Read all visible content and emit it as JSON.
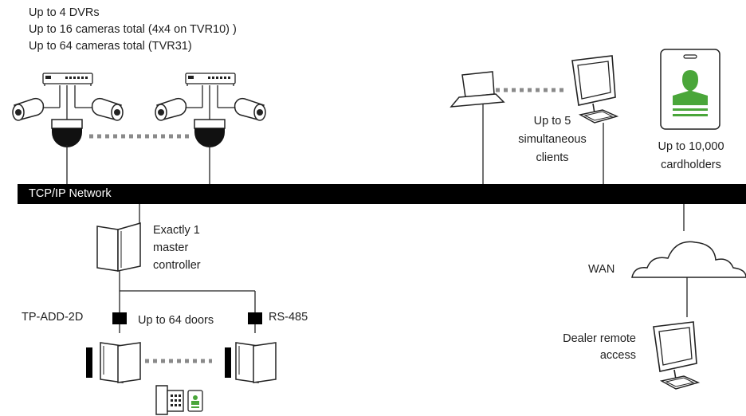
{
  "diagram": {
    "header_lines": [
      "Up to 4 DVRs",
      "Up to 16 cameras total (4x4 on TVR10) )",
      "Up to 64 cameras total (TVR31)"
    ],
    "network_label": "TCP/IP Network",
    "clients": [
      "Up to 5",
      "simultaneous",
      "clients"
    ],
    "cardholders": [
      "Up to 10,000",
      "cardholders"
    ],
    "controller": [
      "Exactly 1",
      "master",
      "controller"
    ],
    "module_left": "TP-ADD-2D",
    "doors_label": "Up to 64 doors",
    "module_right": "RS-485",
    "wan_label": "WAN",
    "remote": [
      "Dealer remote",
      "access"
    ],
    "colors": {
      "network": "#000000",
      "accent_green": "#4aa63a",
      "dots": "#8a8a8a",
      "line": "#222222"
    }
  }
}
